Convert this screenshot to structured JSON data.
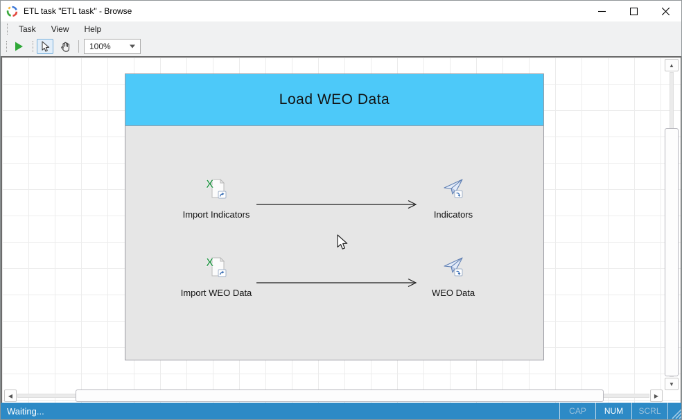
{
  "window": {
    "title": "ETL task \"ETL task\" - Browse"
  },
  "menu": {
    "items": [
      {
        "label": "Task"
      },
      {
        "label": "View"
      },
      {
        "label": "Help"
      }
    ]
  },
  "toolbar": {
    "zoom_value": "100%"
  },
  "diagram": {
    "title": "Load WEO Data",
    "flows": [
      {
        "source": {
          "label": "Import Indicators",
          "icon": "excel-import-icon"
        },
        "target": {
          "label": "Indicators",
          "icon": "paper-plane-icon"
        }
      },
      {
        "source": {
          "label": "Import WEO Data",
          "icon": "excel-import-icon"
        },
        "target": {
          "label": "WEO Data",
          "icon": "paper-plane-icon"
        }
      }
    ],
    "colors": {
      "header_bg": "#4dc9f9",
      "body_bg": "#e6e6e6",
      "border": "#9b9ba3"
    }
  },
  "status_bar": {
    "message": "Waiting...",
    "indicators": [
      {
        "label": "CAP",
        "active": false
      },
      {
        "label": "NUM",
        "active": true
      },
      {
        "label": "SCRL",
        "active": false
      }
    ],
    "bg_color": "#2d8ac6"
  }
}
